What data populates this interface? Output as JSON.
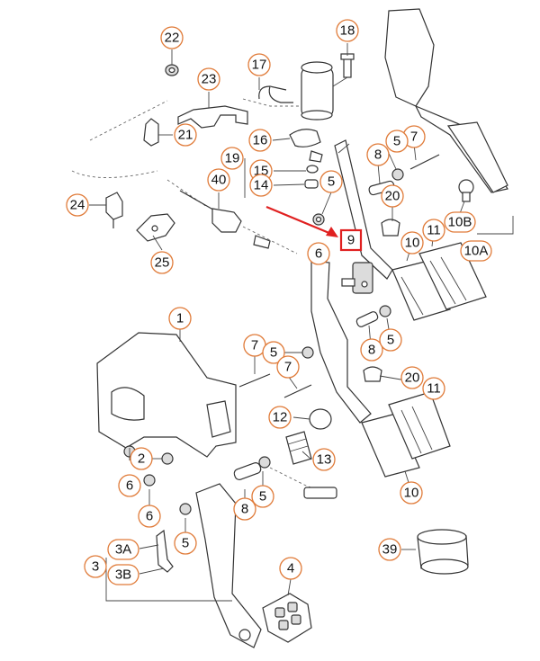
{
  "diagram": {
    "highlight_color": "#e02020",
    "callout_color": "#e07b39",
    "highlighted_callout": "9",
    "callouts": {
      "c22": "22",
      "c17": "17",
      "c18": "18",
      "c23": "23",
      "c21": "21",
      "c16": "16",
      "c19": "19",
      "c15": "15",
      "c14": "14",
      "c40": "40",
      "c24": "24",
      "c25": "25",
      "c5a": "5",
      "c7a": "7",
      "c8a": "8",
      "c5b": "5",
      "c20a": "20",
      "c6": "6",
      "c10b": "10B",
      "c10a": "10A",
      "c11a": "11",
      "c10c": "10",
      "c9": "9",
      "c1": "1",
      "c7b": "7",
      "c5c": "5",
      "c7c": "7",
      "c8b": "8",
      "c5d": "5",
      "c20b": "20",
      "c11b": "11",
      "c12": "12",
      "c13": "13",
      "c2": "2",
      "c6b": "6",
      "c6c": "6",
      "c5e": "5",
      "c8c": "8",
      "c5f": "5",
      "c10d": "10",
      "c3a": "3A",
      "c3": "3",
      "c3b": "3B",
      "c4": "4",
      "c39": "39"
    }
  }
}
